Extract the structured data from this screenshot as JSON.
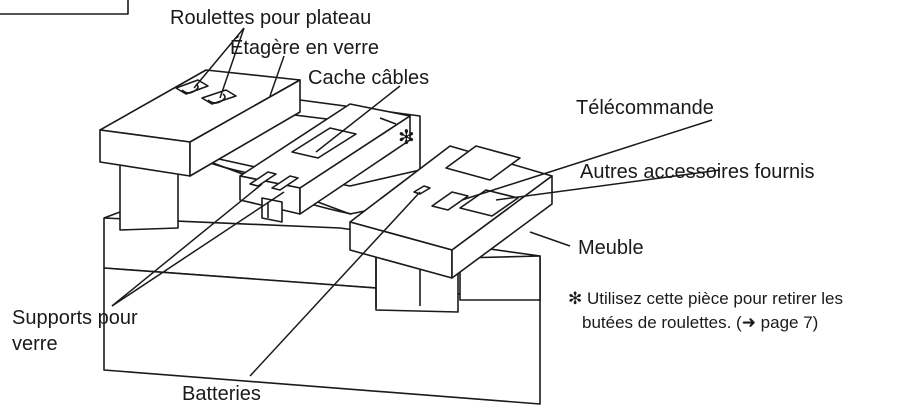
{
  "labels": {
    "roulettes": "Roulettes pour plateau",
    "etagere": "Étagère en verre",
    "cache_cables": "Cache câbles",
    "telecommande": "Télécommande",
    "autres_accessoires": "Autres accessoires fournis",
    "meuble": "Meuble",
    "supports_line1": "Supports pour",
    "supports_line2": "verre",
    "batteries": "Batteries"
  },
  "note": {
    "asterisk": "✻",
    "line1": "✻ Utilisez cette pièce pour retirer les",
    "line2": "butées de roulettes. (➜ page 7)"
  }
}
